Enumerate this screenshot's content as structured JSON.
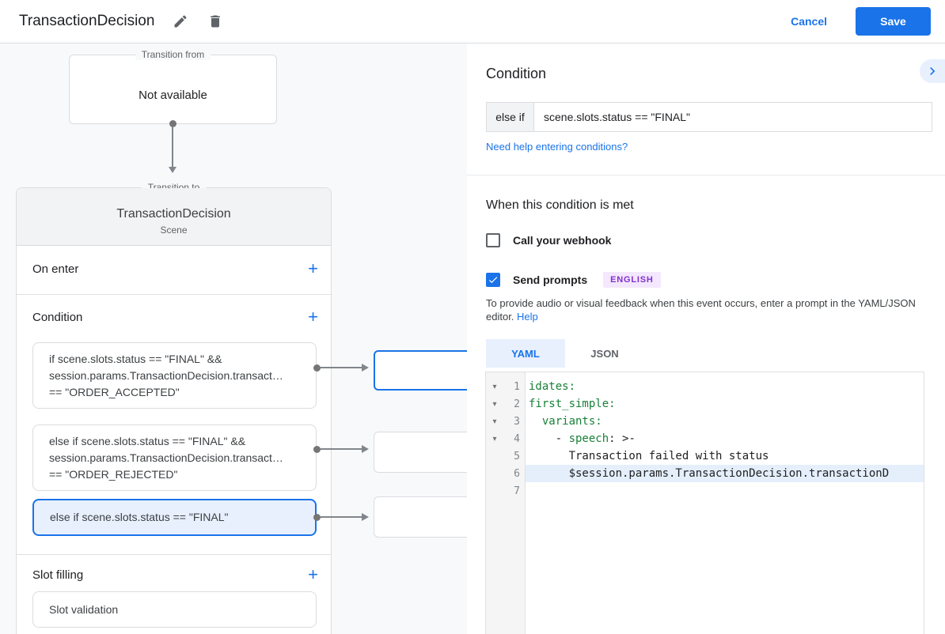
{
  "header": {
    "title": "TransactionDecision",
    "cancel_label": "Cancel",
    "save_label": "Save"
  },
  "flow": {
    "from_label": "Transition from",
    "from_value": "Not available",
    "to_label": "Transition to",
    "scene_name": "TransactionDecision",
    "scene_type": "Scene",
    "on_enter_label": "On enter",
    "condition_label": "Condition",
    "slot_filling_label": "Slot filling",
    "conditions": [
      {
        "lines": [
          "if scene.slots.status == \"FINAL\" &&",
          "session.params.TransactionDecision.transact…",
          "== \"ORDER_ACCEPTED\""
        ],
        "selected": false
      },
      {
        "lines": [
          "else if scene.slots.status == \"FINAL\" &&",
          "session.params.TransactionDecision.transact…",
          "== \"ORDER_REJECTED\""
        ],
        "selected": false
      },
      {
        "lines": [
          "else if scene.slots.status == \"FINAL\""
        ],
        "selected": true
      }
    ],
    "slot_item": "Slot validation"
  },
  "panel": {
    "title": "Condition",
    "condition_prefix": "else if",
    "condition_value": "scene.slots.status == \"FINAL\"",
    "help_link": "Need help entering conditions?",
    "when_title": "When this condition is met",
    "webhook_label": "Call your webhook",
    "prompts_label": "Send prompts",
    "language_badge": "ENGLISH",
    "editor_hint": "To provide audio or visual feedback when this event occurs, enter a prompt in the YAML/JSON editor.",
    "editor_hint_link": "Help",
    "tabs": [
      {
        "label": "YAML",
        "active": true
      },
      {
        "label": "JSON",
        "active": false
      }
    ],
    "code_lines": [
      {
        "num": 1,
        "fold": true,
        "hl": false,
        "tokens": [
          {
            "t": "key",
            "s": "idates:"
          }
        ]
      },
      {
        "num": 2,
        "fold": true,
        "hl": false,
        "tokens": [
          {
            "t": "key",
            "s": "first_simple:"
          }
        ]
      },
      {
        "num": 3,
        "fold": true,
        "hl": false,
        "tokens": [
          {
            "t": "plain",
            "s": "  "
          },
          {
            "t": "key",
            "s": "variants:"
          }
        ]
      },
      {
        "num": 4,
        "fold": true,
        "hl": false,
        "tokens": [
          {
            "t": "plain",
            "s": "    - "
          },
          {
            "t": "key",
            "s": "speech"
          },
          {
            "t": "plain",
            "s": ": >-"
          }
        ]
      },
      {
        "num": 5,
        "fold": false,
        "hl": false,
        "tokens": [
          {
            "t": "plain",
            "s": "      Transaction failed with status"
          }
        ]
      },
      {
        "num": 6,
        "fold": false,
        "hl": true,
        "tokens": [
          {
            "t": "plain",
            "s": "      $session.params.TransactionDecision.transactionD"
          }
        ]
      },
      {
        "num": 7,
        "fold": false,
        "hl": false,
        "tokens": []
      }
    ]
  },
  "icons": {
    "edit": "pencil-icon",
    "delete": "trash-icon",
    "add": "+",
    "chevron_right": "chevron-right-icon",
    "check": "check-icon",
    "fold": "▾"
  },
  "colors": {
    "accent": "#1a73e8",
    "selected_bg": "#e8f0fe",
    "key_green": "#188038",
    "badge_bg": "#f3e8fd",
    "badge_text": "#8430ce",
    "canvas_bg": "#f8f9fa",
    "border": "#dadce0"
  }
}
